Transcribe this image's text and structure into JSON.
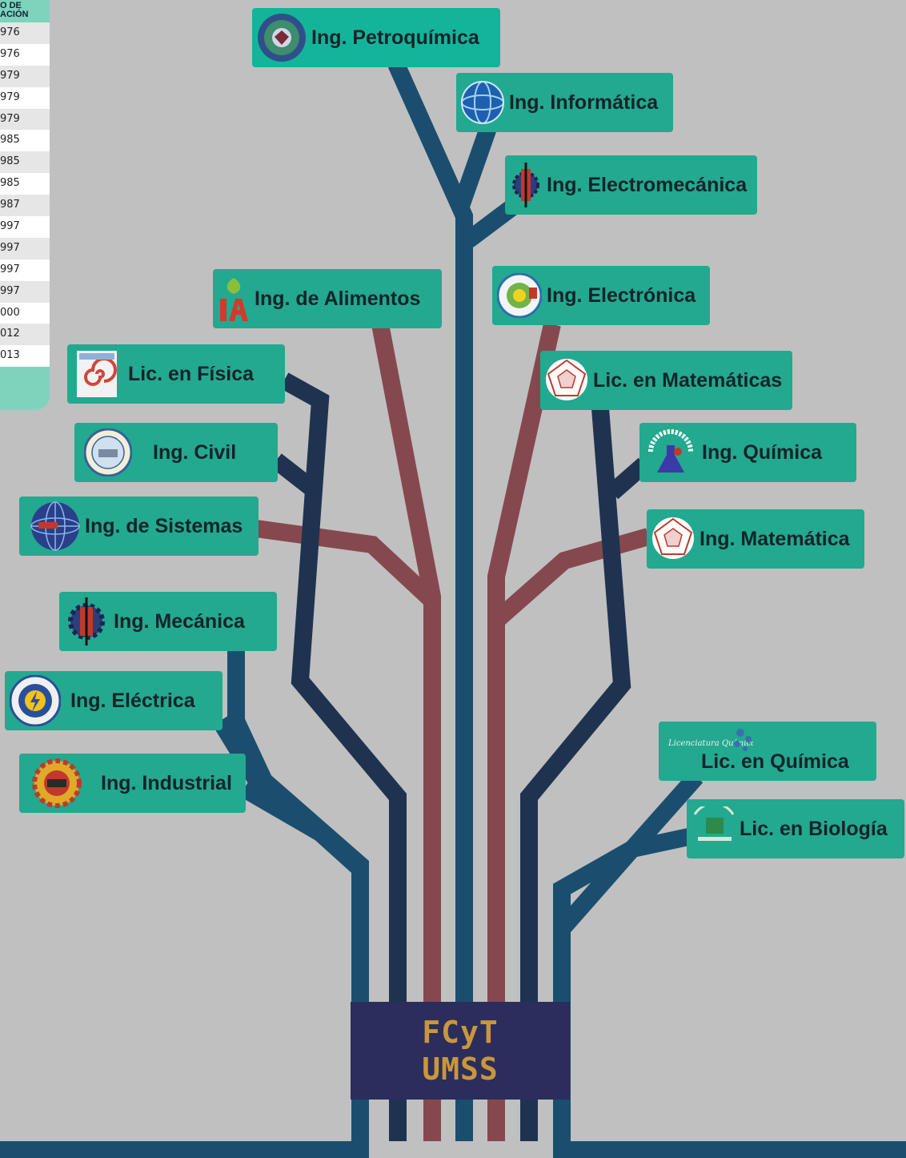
{
  "title_lines": [
    "FCyT",
    "UMSS"
  ],
  "colors": {
    "background": "#c0c0c0",
    "node": "#22a98f",
    "node_top": "#14b49a",
    "branch_navy": "#1f3350",
    "branch_blue": "#1b4e6e",
    "branch_red": "#86484f",
    "root": "#2b2d5c",
    "root_text": "#c9973a"
  },
  "year_table": {
    "header_lines": [
      "O DE",
      "ACIÓN"
    ],
    "years": [
      "976",
      "976",
      "979",
      "979",
      "979",
      "985",
      "985",
      "985",
      "987",
      "997",
      "997",
      "997",
      "997",
      "000",
      "012",
      "013"
    ]
  },
  "careers": [
    {
      "id": "petroquimica",
      "label": "Ing. Petroquímica",
      "icon": "petroquimica-seal-icon"
    },
    {
      "id": "informatica",
      "label": "Ing. Informática",
      "icon": "informatica-globe-icon"
    },
    {
      "id": "electromecanica",
      "label": "Ing. Electromecánica",
      "icon": "electromecanica-gear-icon"
    },
    {
      "id": "alimentos",
      "label": "Ing. de Alimentos",
      "icon": "alimentos-ia-icon"
    },
    {
      "id": "electronica",
      "label": "Ing. Electrónica",
      "icon": "electronica-seal-icon"
    },
    {
      "id": "fisica",
      "label": "Lic. en Física",
      "icon": "fisica-spiral-icon"
    },
    {
      "id": "matematicas",
      "label": "Lic. en Matemáticas",
      "icon": "matematicas-pentagon-icon"
    },
    {
      "id": "civil",
      "label": "Ing. Civil",
      "icon": "civil-seal-icon"
    },
    {
      "id": "quimica",
      "label": "Ing. Química",
      "icon": "quimica-flask-icon"
    },
    {
      "id": "sistemas",
      "label": "Ing. de Sistemas",
      "icon": "sistemas-globe-icon"
    },
    {
      "id": "matematica",
      "label": "Ing. Matemática",
      "icon": "matematica-pentagon-icon"
    },
    {
      "id": "mecanica",
      "label": "Ing. Mecánica",
      "icon": "mecanica-gear-icon"
    },
    {
      "id": "electrica",
      "label": "Ing. Eléctrica",
      "icon": "electrica-seal-icon"
    },
    {
      "id": "lic-quimica",
      "label": "Lic. en Química",
      "icon": "lic-quimica-molecule-icon",
      "logo_text": "Licenciatura Química"
    },
    {
      "id": "industrial",
      "label": "Ing. Industrial",
      "icon": "industrial-gear-icon"
    },
    {
      "id": "biologia",
      "label": "Lic. en Biología",
      "icon": "biologia-book-icon"
    }
  ]
}
